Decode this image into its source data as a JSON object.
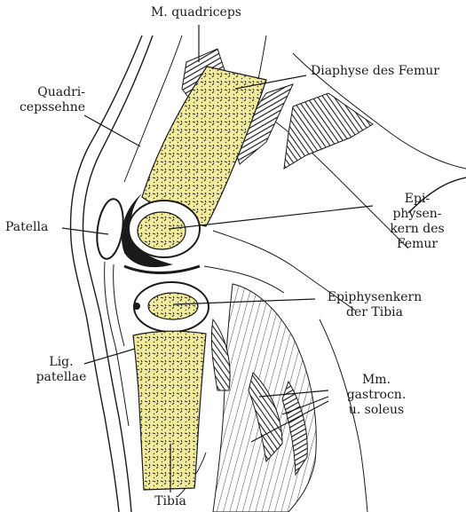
{
  "labels": {
    "quadriceps": "M. quadriceps",
    "diaphyse_femur": "Diaphyse des Femur",
    "quadricepssehne": [
      "Quadri-",
      "cepssehne"
    ],
    "epiphysenkern_femur": [
      "Epi-",
      "physen-",
      "kern des",
      "Femur"
    ],
    "patella": "Patella",
    "epiphysenkern_tibia": [
      "Epiphysenkern",
      "der Tibia"
    ],
    "lig_patellae": [
      "Lig.",
      "patellae"
    ],
    "gastrocn_soleus": [
      "Mm.",
      "gastrocn.",
      "u. soleus"
    ],
    "tibia": "Tibia"
  },
  "colors": {
    "bone_fill": "#f2ec9c",
    "line": "#1a1a1a",
    "muscle_dark": "#1f1f1f",
    "paper": "#ffffff"
  }
}
